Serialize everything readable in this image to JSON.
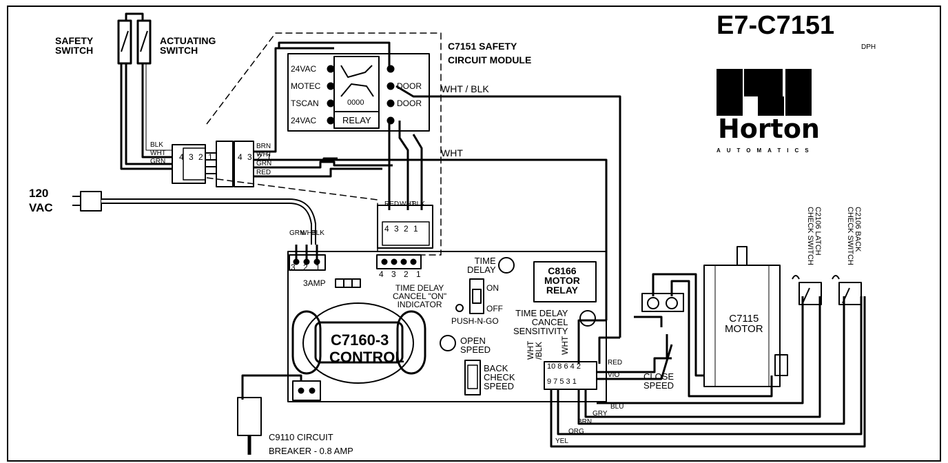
{
  "header": {
    "title": "E7-C7151",
    "code": "DPH"
  },
  "logo": {
    "brand": "Horton",
    "tagline": "AUTOMATICS"
  },
  "switches": {
    "safety": "SAFETY\nSWITCH",
    "actuating": "ACTUATING\nSWITCH"
  },
  "module": {
    "title_line1": "C7151 SAFETY",
    "title_line2": "CIRCUIT MODULE",
    "terminals_left": [
      "24VAC",
      "MOTEC",
      "TSCAN",
      "24VAC"
    ],
    "terminals_right": [
      "DOOR",
      "DOOR"
    ],
    "relay_label": "RELAY",
    "coil_label": "0000"
  },
  "power": {
    "label_line1": "120",
    "label_line2": "VAC"
  },
  "wires": {
    "blk": "BLK",
    "wht": "WHT",
    "grn": "GRN",
    "brn": "BRN",
    "red": "RED",
    "wht_blk": "WHT / BLK",
    "wht_long": "WHT",
    "vio": "VIO",
    "blu": "BLU",
    "gry": "GRY",
    "org": "ORG",
    "yel": "YEL",
    "wht_slash_blk": "WHT\n/BLK"
  },
  "connectors": {
    "pins_4321": "4 3 2 1",
    "pins_321": "3 2 1",
    "pins_10_2": "10 8 6 4 2",
    "pins_9_1": "9 7 5 3 1"
  },
  "control": {
    "name_line1": "C7160-3",
    "name_line2": "CONTROL",
    "fuse_label": "3AMP",
    "time_delay": "TIME\nDELAY",
    "time_delay_cancel_indicator": "TIME DELAY\nCANCEL \"ON\"\nINDICATOR",
    "switch_on": "ON",
    "switch_off": "OFF",
    "push_n_go": "PUSH-N-GO",
    "time_delay_cancel_sensitivity": "TIME DELAY\nCANCEL\nSENSITIVITY",
    "open_speed": "OPEN\nSPEED",
    "back_check_speed": "BACK\nCHECK\nSPEED",
    "motor_relay": "C8166\nMOTOR\nRELAY"
  },
  "motor": {
    "label": "C7115\nMOTOR",
    "close_speed": "CLOSE\nSPEED"
  },
  "check_switches": {
    "latch": "C2106 LATCH\nCHECK SWITCH",
    "back": "C2106 BACK\nCHECK SWITCH"
  },
  "breaker": {
    "label_line1": "C9110  CIRCUIT",
    "label_line2": "BREAKER - 0.8 AMP"
  }
}
